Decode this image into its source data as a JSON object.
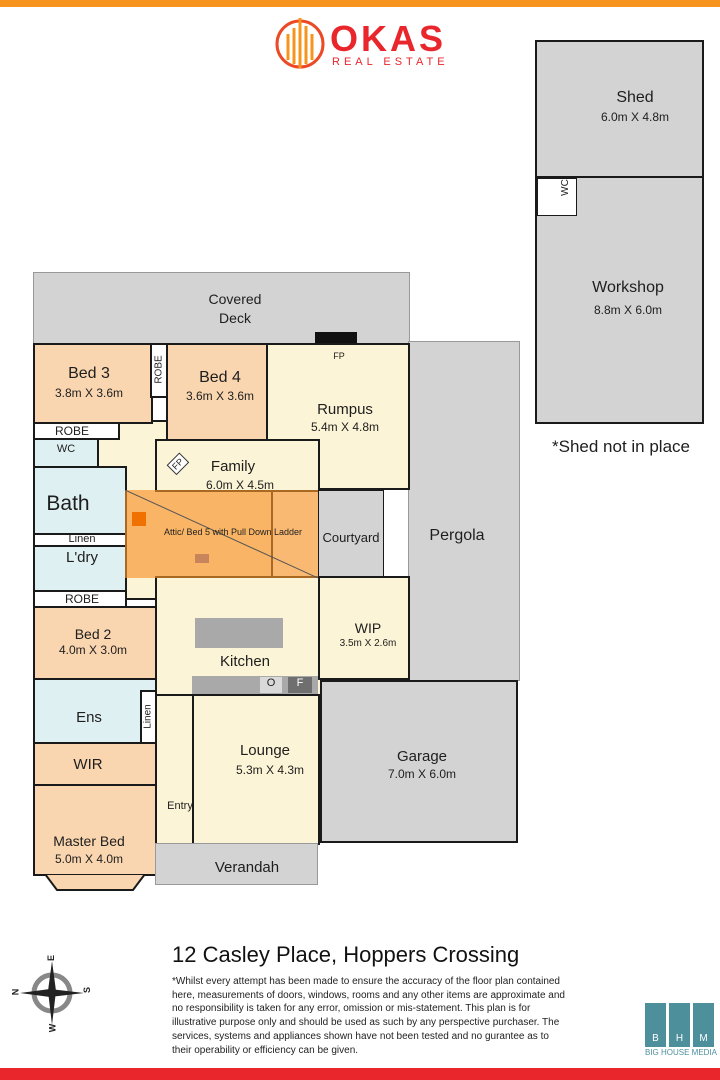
{
  "logo": {
    "name": "OKAS",
    "tagline": "REAL ESTATE",
    "colors": [
      "#e8262b",
      "#f7941d"
    ]
  },
  "rooms": {
    "covered_deck": {
      "name1": "Covered",
      "name2": "Deck"
    },
    "bed3": {
      "name": "Bed 3",
      "dim": "3.8m X 3.6m"
    },
    "bed4": {
      "name": "Bed 4",
      "dim": "3.6m X 3.6m"
    },
    "robe1": "ROBE",
    "robe2": "ROBE",
    "robe3": "ROBE",
    "rumpus": {
      "name": "Rumpus",
      "dim": "5.4m X 4.8m",
      "fp": "FP"
    },
    "wc": "WC",
    "bath": "Bath",
    "linen": "Linen",
    "laundry": "L'dry",
    "family": {
      "name": "Family",
      "dim": "6.0m X 4.5m",
      "fp": "FP"
    },
    "attic": "Attic/ Bed 5 with Pull Down Ladder",
    "courtyard": "Courtyard",
    "pergola": "Pergola",
    "bed2": {
      "name": "Bed 2",
      "dim": "4.0m X 3.0m"
    },
    "kitchen": {
      "name": "Kitchen",
      "oven": "O",
      "fridge": "F"
    },
    "wip": {
      "name": "WIP",
      "dim": "3.5m X 2.6m"
    },
    "ens": "Ens",
    "ens_linen": "Linen",
    "wir": "WIR",
    "master": {
      "name": "Master Bed",
      "dim": "5.0m X 4.0m"
    },
    "lounge": {
      "name": "Lounge",
      "dim": "5.3m X 4.3m"
    },
    "entry": "Entry",
    "garage": {
      "name": "Garage",
      "dim": "7.0m X 6.0m"
    },
    "verandah": "Verandah",
    "shed": {
      "name": "Shed",
      "dim": "6.0m X 4.8m"
    },
    "workshop": {
      "name": "Workshop",
      "dim": "8.8m X 6.0m",
      "wc": "WC"
    }
  },
  "shed_note": "*Shed not in place",
  "address": "12 Casley Place, Hoppers Crossing",
  "disclaimer": "*Whilst every attempt has been made to ensure the accuracy of the floor plan contained here, measurements of doors, windows, rooms and any other items are approximate and no responsibility is taken for any error, omission or mis-statement. This plan is for illustrative purpose only and should be used as such by any perspective purchaser. The services, systems and appliances shown have not been tested and no gurantee as to their operability or efficiency can be given.",
  "compass": {
    "n": "N",
    "e": "E",
    "s": "S",
    "w": "W"
  },
  "bhm": {
    "letters": [
      "B",
      "H",
      "M"
    ],
    "name": "BIG HOUSE MEDIA",
    "color": "#4e8f9c"
  }
}
